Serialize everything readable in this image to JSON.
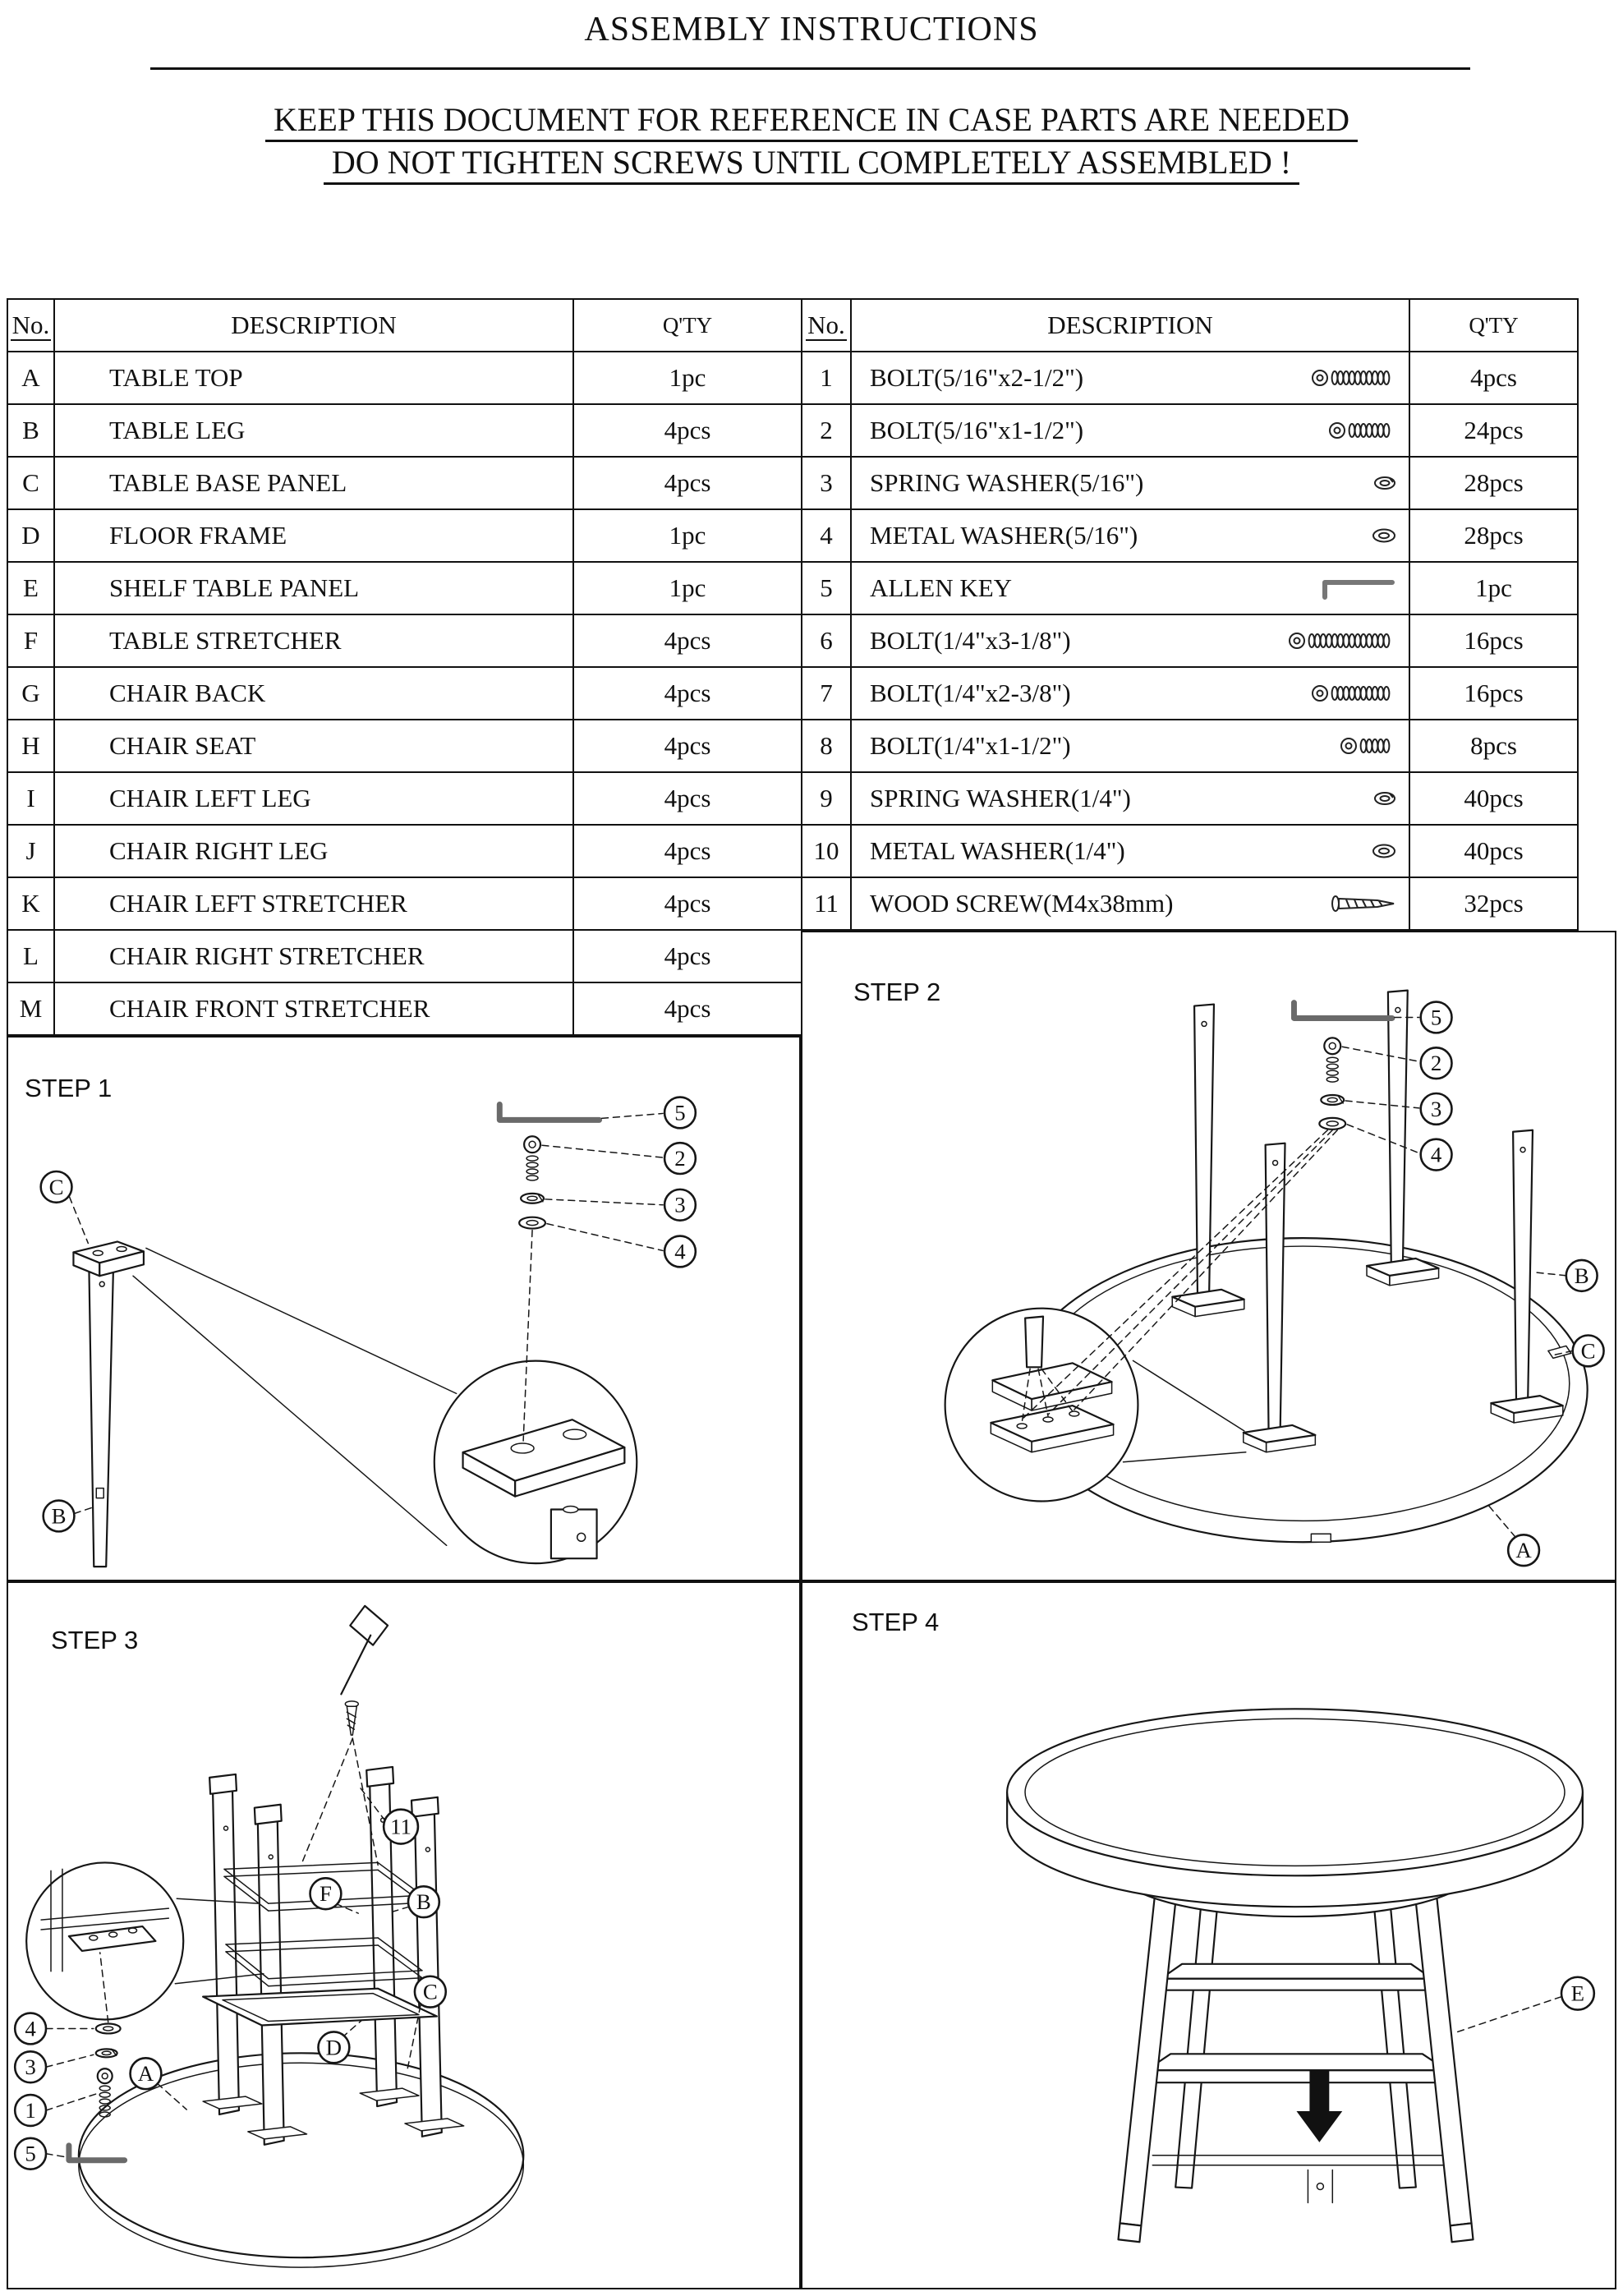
{
  "header": {
    "title": "ASSEMBLY INSTRUCTIONS",
    "notice_line1": "KEEP THIS DOCUMENT FOR REFERENCE IN CASE PARTS ARE NEEDED",
    "notice_line2": "DO NOT TIGHTEN SCREWS UNTIL COMPLETELY ASSEMBLED !"
  },
  "parts_table": {
    "headers": {
      "no": "No.",
      "description": "DESCRIPTION",
      "qty": "Q'TY"
    },
    "rows": [
      {
        "no": "A",
        "description": "TABLE TOP",
        "qty": "1pc"
      },
      {
        "no": "B",
        "description": "TABLE LEG",
        "qty": "4pcs"
      },
      {
        "no": "C",
        "description": "TABLE BASE PANEL",
        "qty": "4pcs"
      },
      {
        "no": "D",
        "description": "FLOOR FRAME",
        "qty": "1pc"
      },
      {
        "no": "E",
        "description": "SHELF TABLE PANEL",
        "qty": "1pc"
      },
      {
        "no": "F",
        "description": "TABLE STRETCHER",
        "qty": "4pcs"
      },
      {
        "no": "G",
        "description": "CHAIR BACK",
        "qty": "4pcs"
      },
      {
        "no": "H",
        "description": "CHAIR SEAT",
        "qty": "4pcs"
      },
      {
        "no": "I",
        "description": "CHAIR LEFT LEG",
        "qty": "4pcs"
      },
      {
        "no": "J",
        "description": "CHAIR RIGHT LEG",
        "qty": "4pcs"
      },
      {
        "no": "K",
        "description": "CHAIR LEFT STRETCHER",
        "qty": "4pcs"
      },
      {
        "no": "L",
        "description": "CHAIR RIGHT STRETCHER",
        "qty": "4pcs"
      },
      {
        "no": "M",
        "description": "CHAIR FRONT STRETCHER",
        "qty": "4pcs"
      }
    ]
  },
  "hardware_table": {
    "headers": {
      "no": "No.",
      "description": "DESCRIPTION",
      "qty": "Q'TY"
    },
    "rows": [
      {
        "no": "1",
        "description": "BOLT(5/16\"x2-1/2\")",
        "icon": "bolt-long-icon",
        "qty": "4pcs"
      },
      {
        "no": "2",
        "description": "BOLT(5/16\"x1-1/2\")",
        "icon": "bolt-medium-icon",
        "qty": "24pcs"
      },
      {
        "no": "3",
        "description": "SPRING WASHER(5/16\")",
        "icon": "spring-washer-icon",
        "qty": "28pcs"
      },
      {
        "no": "4",
        "description": "METAL WASHER(5/16\")",
        "icon": "metal-washer-icon",
        "qty": "28pcs"
      },
      {
        "no": "5",
        "description": "ALLEN KEY",
        "icon": "allen-key-icon",
        "qty": "1pc"
      },
      {
        "no": "6",
        "description": "BOLT(1/4\"x3-1/8\")",
        "icon": "bolt-xlong-icon",
        "qty": "16pcs"
      },
      {
        "no": "7",
        "description": "BOLT(1/4\"x2-3/8\")",
        "icon": "bolt-long-icon",
        "qty": "16pcs"
      },
      {
        "no": "8",
        "description": "BOLT(1/4\"x1-1/2\")",
        "icon": "bolt-short-icon",
        "qty": "8pcs"
      },
      {
        "no": "9",
        "description": "SPRING WASHER(1/4\")",
        "icon": "spring-washer-icon",
        "qty": "40pcs"
      },
      {
        "no": "10",
        "description": "METAL WASHER(1/4\")",
        "icon": "metal-washer-icon",
        "qty": "40pcs"
      },
      {
        "no": "11",
        "description": "WOOD SCREW(M4x38mm)",
        "icon": "wood-screw-icon",
        "qty": "32pcs"
      }
    ]
  },
  "steps": [
    {
      "label": "STEP 1",
      "callouts": [
        "5",
        "2",
        "3",
        "4",
        "C",
        "B"
      ]
    },
    {
      "label": "STEP 2",
      "callouts": [
        "5",
        "2",
        "3",
        "4",
        "B",
        "C",
        "A"
      ]
    },
    {
      "label": "STEP 3",
      "callouts": [
        "11",
        "F",
        "B",
        "C",
        "D",
        "A",
        "4",
        "3",
        "1",
        "5"
      ]
    },
    {
      "label": "STEP 4",
      "callouts": [
        "E"
      ]
    }
  ],
  "colors": {
    "ink": "#161616",
    "paper": "#ffffff"
  }
}
